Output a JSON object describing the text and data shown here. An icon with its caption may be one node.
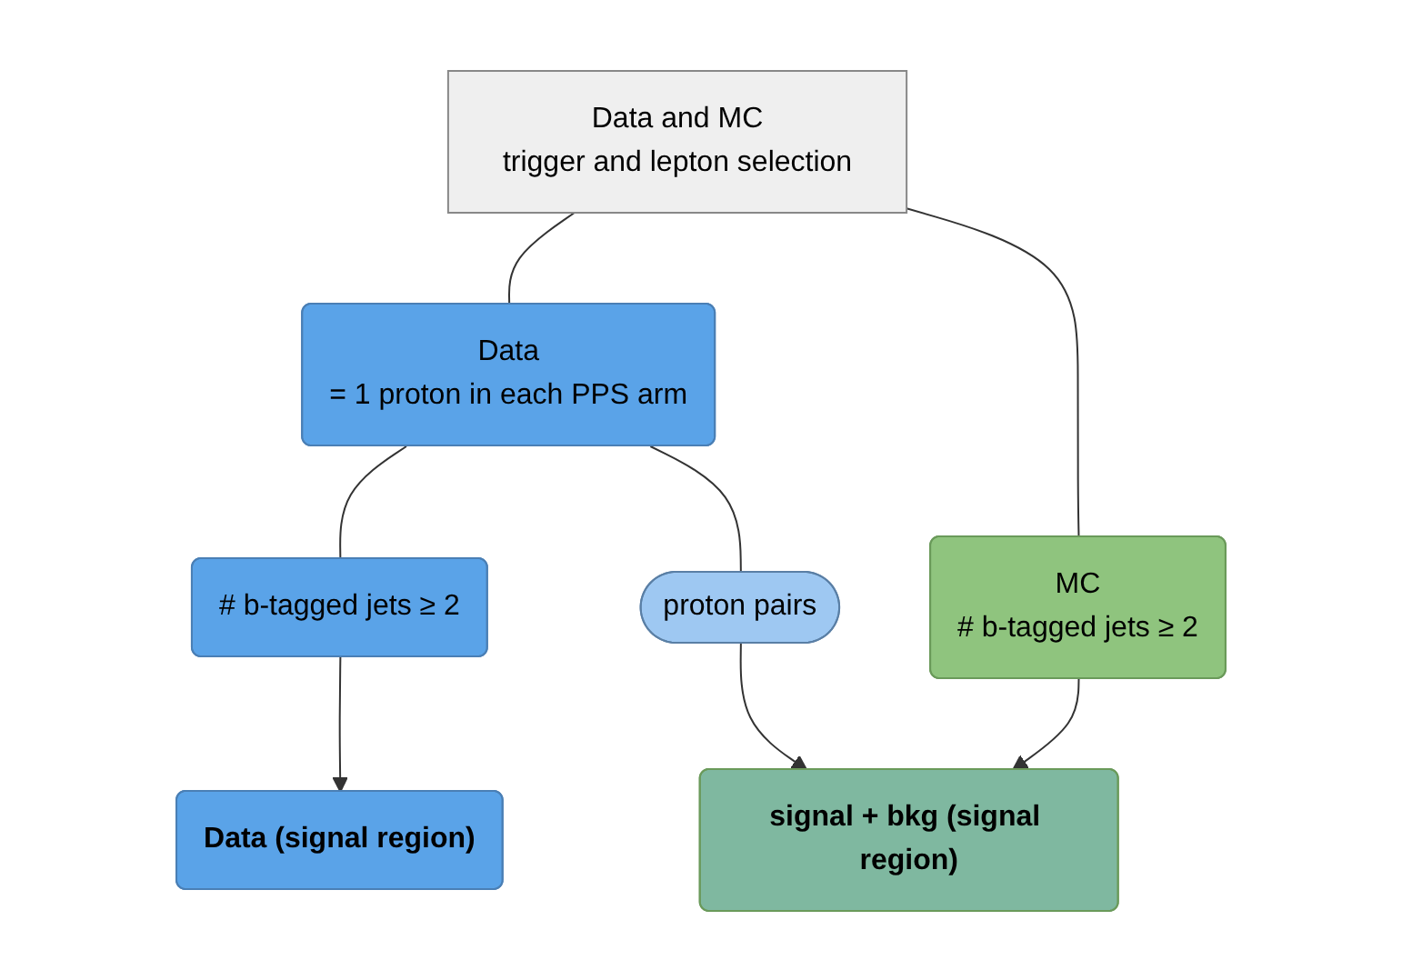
{
  "diagram": {
    "nodes": [
      {
        "text": [
          "Data and MC",
          "trigger and lepton selection"
        ]
      },
      {
        "text": [
          "Data",
          "= 1 proton in each PPS arm"
        ]
      },
      {
        "text": [
          "MC",
          "# b-tagged jets ≥ 2"
        ]
      },
      {
        "text": [
          "# b-tagged jets ≥ 2"
        ]
      },
      {
        "text": [
          "proton pairs"
        ]
      },
      {
        "text": [
          "Data (signal region)"
        ]
      },
      {
        "text": [
          "signal + bkg (signal region)"
        ]
      }
    ],
    "edges": [
      {
        "from": 0,
        "to": 1,
        "arrow": "none"
      },
      {
        "from": 0,
        "to": 2,
        "arrow": "none"
      },
      {
        "from": 1,
        "to": 3,
        "arrow": "none"
      },
      {
        "from": 1,
        "to": 4,
        "arrow": "none"
      },
      {
        "from": 3,
        "to": 5,
        "arrow": "to"
      },
      {
        "from": 4,
        "to": 6,
        "arrow": "to"
      },
      {
        "from": 2,
        "to": 6,
        "arrow": "to"
      }
    ]
  }
}
